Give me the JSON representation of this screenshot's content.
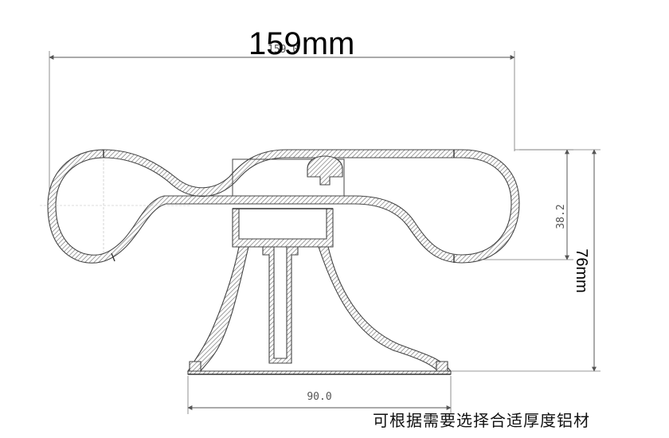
{
  "dimensions": {
    "overall_width": "159mm",
    "overall_width_faint": "159.0",
    "tube_height": "38.2",
    "total_height": "76mm",
    "base_width": "90.0"
  },
  "caption": "可根据需要选择合适厚度铝材",
  "colors": {
    "line": "#333333",
    "dimension": "#555555",
    "hatch": "#777777"
  }
}
